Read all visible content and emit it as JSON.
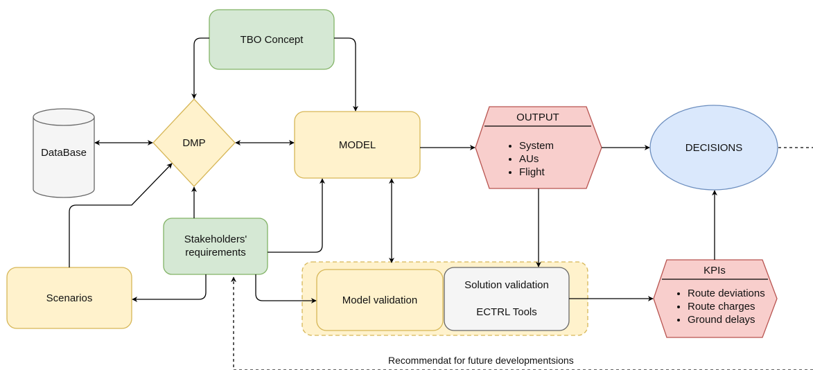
{
  "colors": {
    "green_fill": "#d5e8d4",
    "green_stroke": "#82b366",
    "yellow_fill": "#fff2cc",
    "yellow_stroke": "#d6b656",
    "red_fill": "#f8cecc",
    "red_stroke": "#b85450",
    "blue_fill": "#dae8fc",
    "blue_stroke": "#6c8ebf",
    "gray_fill": "#f5f5f5",
    "gray_stroke": "#666666",
    "arrow": "#000000"
  },
  "nodes": {
    "tbo_concept": "TBO Concept",
    "database": "DataBase",
    "dmp": "DMP",
    "model": "MODEL",
    "output": {
      "title": "OUTPUT",
      "items": [
        "System",
        "AUs",
        "Flight"
      ]
    },
    "decisions": "DECISIONS",
    "stakeholders": {
      "line1": "Stakeholders'",
      "line2": "requirements"
    },
    "scenarios": "Scenarios",
    "model_validation": "Model validation",
    "solution_validation": {
      "line1": "Solution validation",
      "line2": "ECTRL Tools"
    },
    "kpis": {
      "title": "KPIs",
      "items": [
        "Route deviations",
        "Route charges",
        "Ground delays"
      ]
    }
  },
  "feedback_label": "Recommendat for future developmentsions"
}
